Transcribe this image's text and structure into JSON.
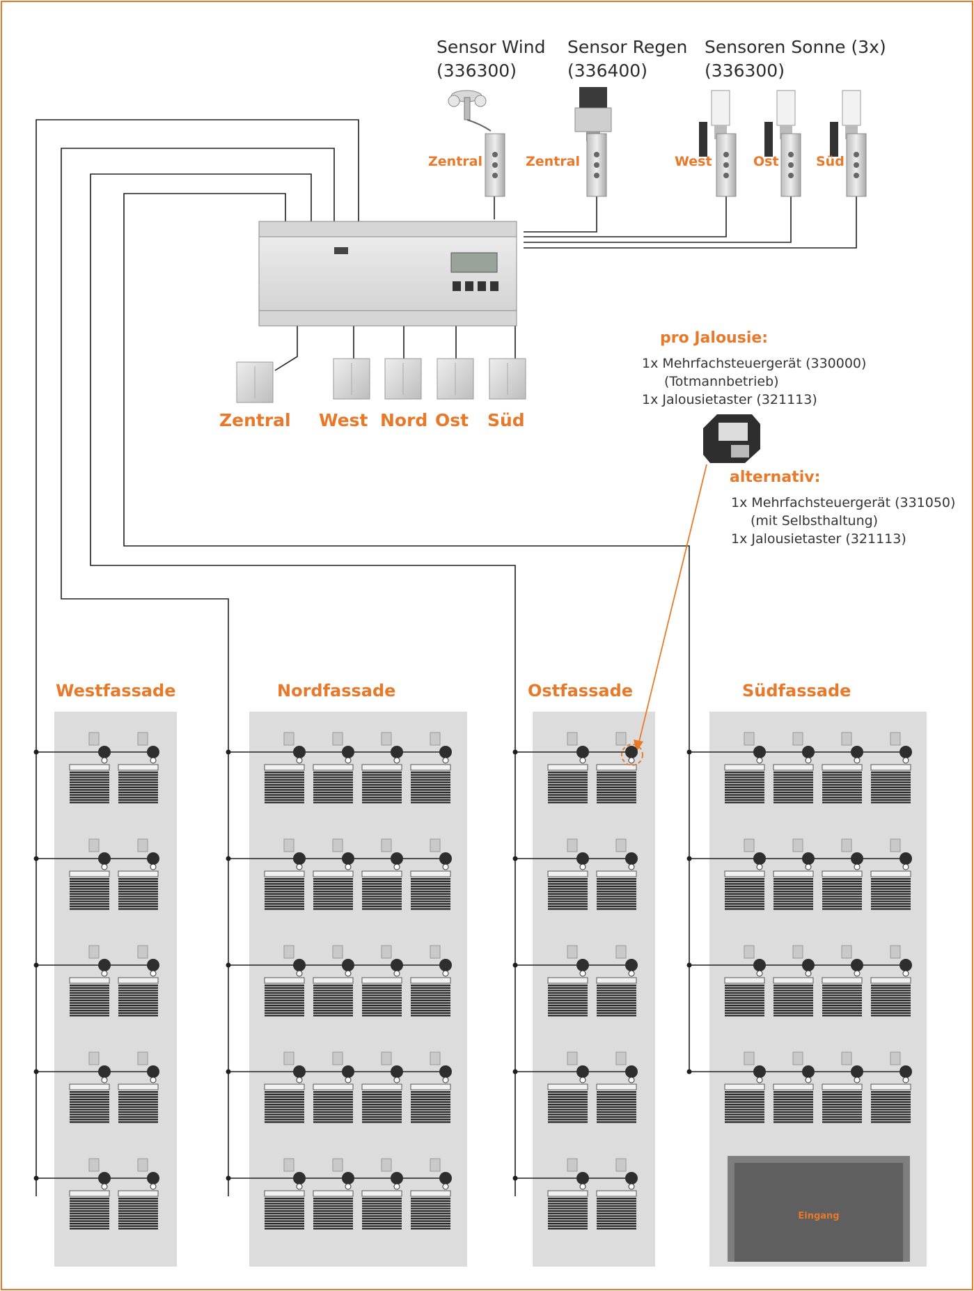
{
  "colors": {
    "accent": "#e8792a",
    "wire": "#1e1e1e",
    "facade_bg": "#dcdcdc",
    "frame": "#e8792a"
  },
  "sensors": [
    {
      "name": "Sensor Wind",
      "code": "(336300)",
      "label": "Zentral",
      "icon": "wind-sensor-icon"
    },
    {
      "name": "Sensor Regen",
      "code": "(336400)",
      "label": "Zentral",
      "icon": "rain-sensor-icon"
    },
    {
      "name": "Sensoren Sonne (3x)",
      "code": "(336300)",
      "labels": [
        "West",
        "Ost",
        "Süd"
      ],
      "icon": "sun-sensor-icon"
    }
  ],
  "switches": [
    "Zentral",
    "West",
    "Nord",
    "Ost",
    "Süd"
  ],
  "info": {
    "pro_title": "pro Jalousie:",
    "pro_lines": [
      "1x  Mehrfachsteuergerät (330000)",
      "(Totmannbetrieb)",
      "1x  Jalousietaster (321113)"
    ],
    "alt_title": "alternativ:",
    "alt_lines": [
      "1x  Mehrfachsteuergerät (331050)",
      "(mit Selbsthaltung)",
      "1x  Jalousietaster (321113)"
    ]
  },
  "facades": [
    {
      "name": "Westfassade",
      "columns": 2,
      "rows": 5
    },
    {
      "name": "Nordfassade",
      "columns": 4,
      "rows": 5
    },
    {
      "name": "Ostfassade",
      "columns": 2,
      "rows": 5
    },
    {
      "name": "Südfassade",
      "columns": 4,
      "rows": 4
    }
  ],
  "entrance_label": "Eingang"
}
